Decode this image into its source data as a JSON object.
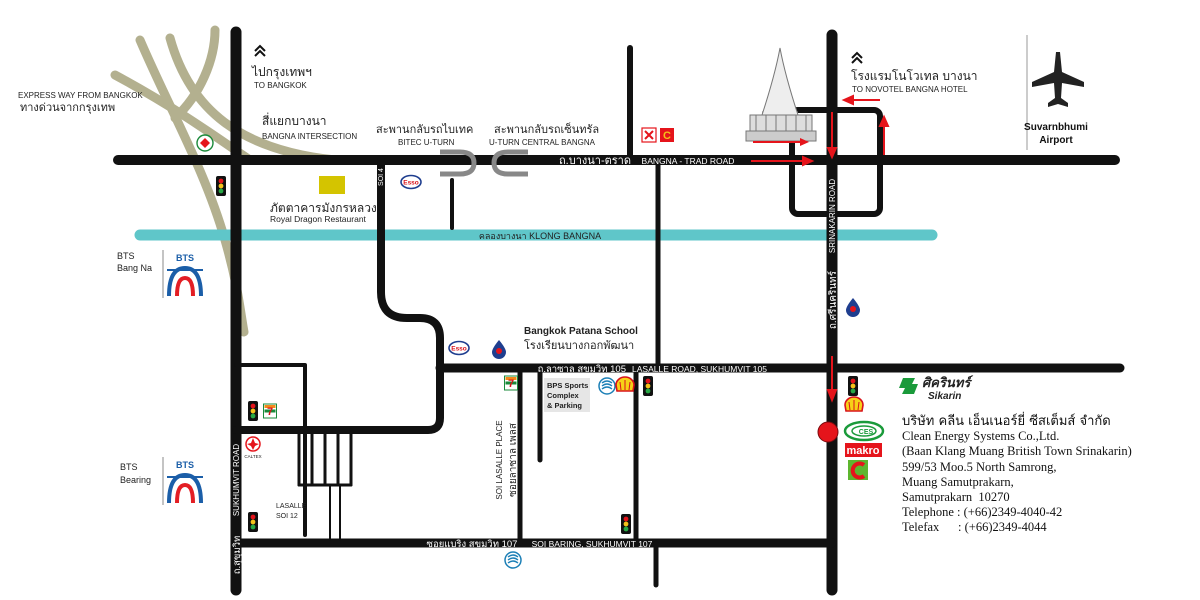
{
  "labels": {
    "to_bangkok_th": "ไปกรุงเทพฯ",
    "to_bangkok_en": "TO BANGKOK",
    "novotel_th": "โรงแรมโนโวเทล บางนา",
    "novotel_en": "TO NOVOTEL BANGNA HOTEL",
    "airport": [
      "Suvarnbhumi",
      "Airport"
    ],
    "expressway_en": "EXPRESS WAY FROM BANGKOK",
    "expressway_th": "ทางด่วนจากกรุงเทพ",
    "bangna_intersection_th": "สี่แยกบางนา",
    "bangna_intersection_en": "BANGNA INTERSECTION",
    "bitec_th": "สะพานกลับรถไบเทค",
    "bitec_en": "BITEC U-TURN",
    "central_th": "สะพานกลับรถเซ็นทรัล",
    "central_en": "U-TURN CENTRAL BANGNA",
    "bangna_trad_th": "ถ.บางนา-ตราด",
    "bangna_trad_en": "BANGNA - TRAD ROAD",
    "soi4": "SOI 4",
    "esso": "Esso",
    "royal_dragon_th": "ภัตตาคารมังกรหลวง",
    "royal_dragon_en": "Royal Dragon Restaurant",
    "klong_bangna": "คลองบางนา  KLONG BANGNA",
    "bts_bangna": [
      "BTS",
      "Bang Na"
    ],
    "bts_bearing": [
      "BTS",
      "Bearing"
    ],
    "bts_logo": "BTS",
    "srinakarin_road": "SRINAKARIN ROAD",
    "srinakarin_th": "ถ.ศรีนครินทร์",
    "patana_en": "Bangkok Patana School",
    "patana_th": "โรงเรียนบางกอกพัฒนา",
    "lasalle_th": "ถ.ลาซาล สุขุมวิท 105",
    "lasalle_en": "LASALLE ROAD, SUKHUMVIT 105",
    "bps": [
      "BPS Sports",
      "Complex",
      "& Parking"
    ],
    "soi_lasalle_place_en": "SOI LASALLE PLACE",
    "soi_lasalle_place_th": "ซอยลาซาล เพลส",
    "sukhumvit_road": "SUKHUMVIT ROAD",
    "sukhumvit_th": "ถ.สุขุมวิท",
    "lasalle_soi12": [
      "LASALLE",
      "SOI 12"
    ],
    "caltex": "CALTEX",
    "baring_th": "ซอยแบริ่ง สุขุมวิท 107",
    "baring_en": "SOI BARING, SUKHUMVIT 107",
    "sikarin_th": "ศิครินทร์",
    "sikarin_en": "Sikarin",
    "makro": "makro",
    "ces": "CES"
  },
  "company": {
    "name_th": "บริษัท คลีน เอ็นเนอร์ยี่ ซีสเต็มส์ จำกัด",
    "name_en": "Clean Energy Systems Co.,Ltd.",
    "building": "(Baan Klang Muang British Town Srinakarin)",
    "address1": "599/53 Moo.5 North Samrong,",
    "address2": "Muang Samutprakarn,",
    "address3": "Samutprakarn  10270",
    "telephone": "Telephone : (+66)2349-4040-42",
    "telefax": "Telefax      : (+66)2349-4044"
  },
  "colors": {
    "road": "#111111",
    "expressway": "#b3b08f",
    "canal": "#5fc6c9",
    "arrow": "#e5141b",
    "location_dot": "#e5141b",
    "bts_blue": "#1b5ea8",
    "bts_red": "#e31e24",
    "restaurant": "#d4c400"
  },
  "icons": [
    "up-chevron-icon",
    "airplane-icon",
    "temple-icon",
    "traffic-light-icon",
    "esso-logo",
    "ptt-logo",
    "shell-logo",
    "seven-eleven-logo",
    "caltex-logo",
    "bts-logo",
    "location-marker",
    "sikarin-logo",
    "ces-logo",
    "makro-logo"
  ]
}
